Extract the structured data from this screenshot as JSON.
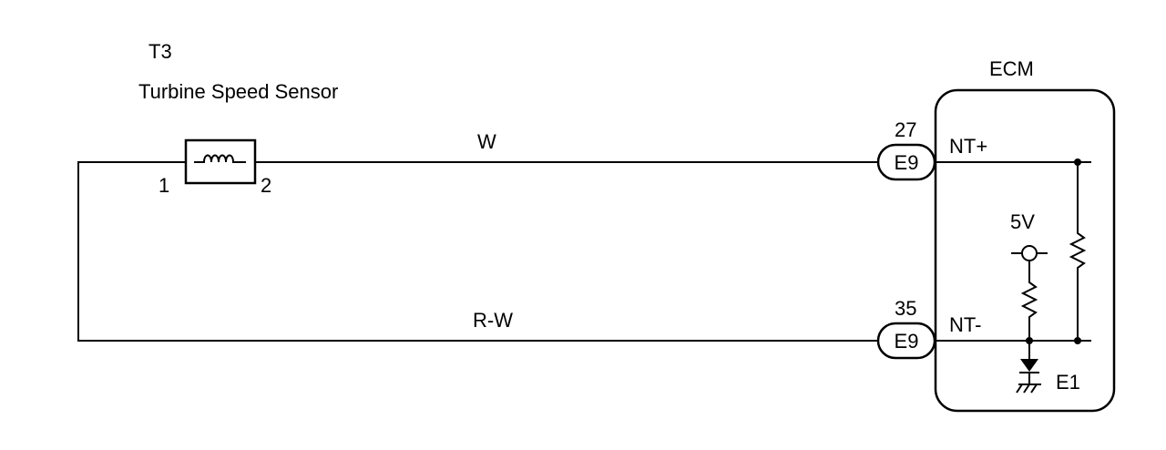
{
  "sensor": {
    "code": "T3",
    "name": "Turbine Speed Sensor",
    "pin_left": "1",
    "pin_right": "2"
  },
  "wires": {
    "top_color": "W",
    "bottom_color": "R-W"
  },
  "ecm": {
    "title": "ECM",
    "pin_top_number": "27",
    "pin_top_connector": "E9",
    "pin_top_signal": "NT+",
    "pin_bottom_number": "35",
    "pin_bottom_connector": "E9",
    "pin_bottom_signal": "NT-",
    "supply_label": "5V",
    "ground_label": "E1"
  }
}
